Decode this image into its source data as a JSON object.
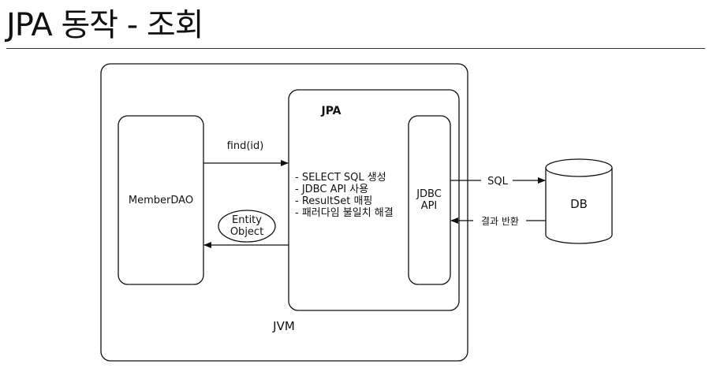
{
  "page_title": "JPA 동작 - 조회",
  "diagram": {
    "jvm_label": "JVM",
    "member_dao_label": "MemberDAO",
    "jpa_label": "JPA",
    "jpa_steps": [
      "- SELECT SQL 생성",
      "- JDBC API 사용",
      "- ResultSet 매핑",
      "- 패러다임 불일치 해결"
    ],
    "jdbc_api_lines": [
      "JDBC",
      "API"
    ],
    "db_label": "DB",
    "find_call_label": "find(id)",
    "entity_object_lines": [
      "Entity",
      "Object"
    ],
    "sql_label": "SQL",
    "result_return_label": "결과 반환"
  }
}
